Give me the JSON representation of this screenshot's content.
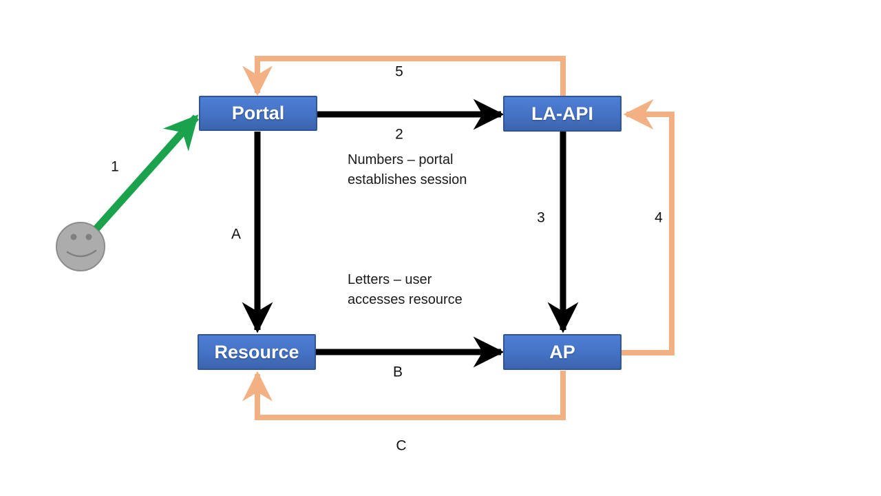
{
  "nodes": {
    "portal": "Portal",
    "la_api": "LA-API",
    "resource": "Resource",
    "ap": "AP"
  },
  "arrow_labels": {
    "n1": "1",
    "n2": "2",
    "n3": "3",
    "n4": "4",
    "n5": "5",
    "la": "A",
    "lb": "B",
    "lc": "C"
  },
  "notes": {
    "numbers": "Numbers – portal establishes session",
    "letters": "Letters – user accesses resource"
  },
  "colors": {
    "node_fill_top": "#4e7fd6",
    "node_fill_bottom": "#3b64ad",
    "node_border": "#2e5597",
    "black_arrow": "#000000",
    "orange_arrow": "#F3B183",
    "green_arrow": "#1BA24C",
    "smiley_fill": "#ACACAC",
    "smiley_stroke": "#8C8C8C"
  }
}
